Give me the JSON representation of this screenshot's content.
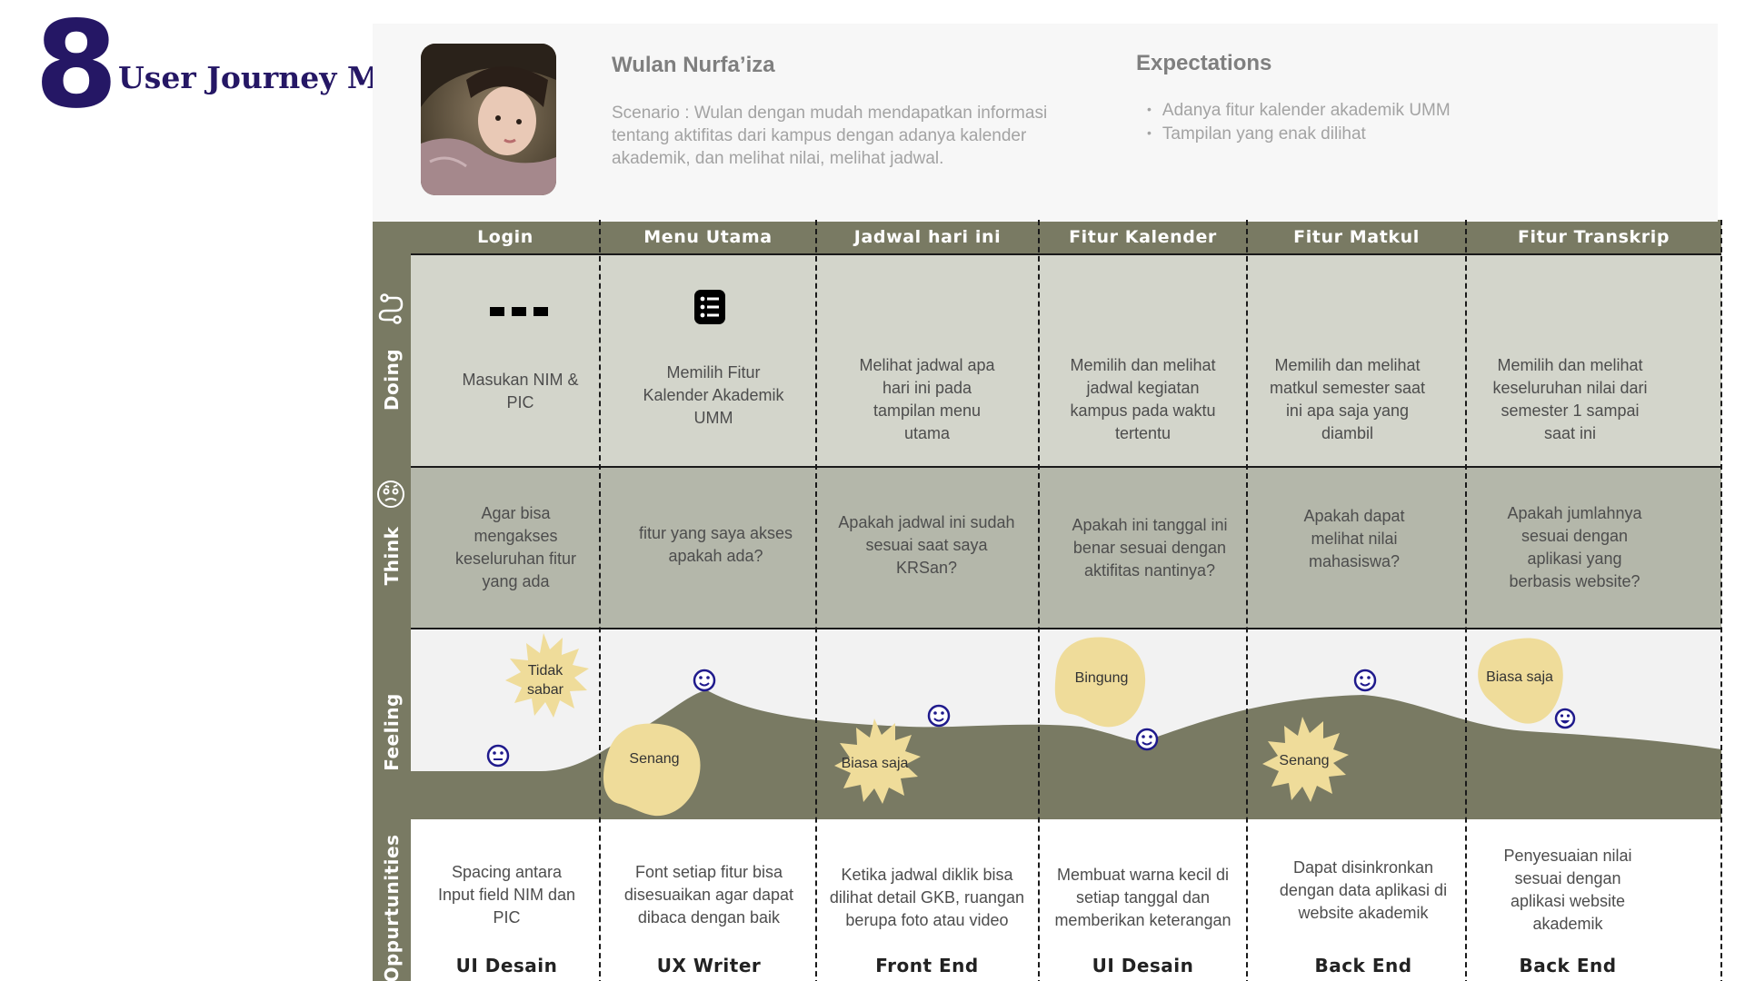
{
  "page": {
    "number": "8",
    "title": "User Journey Map"
  },
  "persona": {
    "name": "Wulan Nurfa’iza",
    "scenario": "Scenario : Wulan dengan mudah mendapatkan informasi tentang aktifitas dari kampus dengan adanya kalender akademik, dan melihat nilai, melihat jadwal.",
    "expectations_title": "Expectations",
    "expectations": [
      "Adanya fitur kalender akademik UMM",
      "Tampilan yang enak dilihat"
    ]
  },
  "rows": {
    "doing": "Doing",
    "think": "Think",
    "feeling": "Feeling",
    "opportunities": "Oppurtunities"
  },
  "stages": [
    {
      "name": "Login",
      "doing": "Masukan NIM & PIC",
      "think": "Agar bisa mengakses keseluruhan fitur yang ada",
      "feeling": "Tidak sabar",
      "opportunity": "Spacing antara Input field NIM dan PIC",
      "role": "UI Desain"
    },
    {
      "name": "Menu Utama",
      "doing": "Memilih Fitur Kalender Akademik UMM",
      "think": "fitur yang saya akses apakah ada?",
      "feeling": "Senang",
      "opportunity": "Font setiap fitur bisa disesuaikan agar dapat dibaca dengan baik",
      "role": "UX Writer"
    },
    {
      "name": "Jadwal hari ini",
      "doing": "Melihat jadwal apa hari ini pada tampilan menu utama",
      "think": "Apakah jadwal ini sudah sesuai saat saya KRSan?",
      "feeling": "Biasa saja",
      "opportunity": "Ketika jadwal diklik bisa dilihat detail GKB, ruangan berupa foto atau video",
      "role": "Front End"
    },
    {
      "name": "Fitur Kalender",
      "doing": "Memilih dan melihat jadwal kegiatan kampus pada waktu tertentu",
      "think": "Apakah ini tanggal ini benar sesuai dengan aktifitas nantinya?",
      "feeling": "Bingung",
      "opportunity": "Membuat warna kecil di setiap tanggal dan memberikan keterangan",
      "role": "UI Desain"
    },
    {
      "name": "Fitur Matkul",
      "doing": "Memilih dan melihat matkul semester saat ini apa saja yang diambil",
      "think": "Apakah dapat melihat nilai mahasiswa?",
      "feeling": "Senang",
      "opportunity": "Dapat disinkronkan dengan data aplikasi di website akademik",
      "role": "Back End"
    },
    {
      "name": "Fitur Transkrip",
      "doing": "Memilih dan melihat keseluruhan nilai dari semester 1 sampai saat ini",
      "think": "Apakah jumlahnya sesuai dengan aplikasi yang berbasis website?",
      "feeling": "Biasa saja",
      "opportunity": "Penyesuaian nilai sesuai dengan aplikasi website akademik",
      "role": "Back End"
    }
  ],
  "colors": {
    "accent": "#251765",
    "band": "#797a63",
    "doing_bg": "#d3d5cb",
    "think_bg": "#b4b7aa",
    "feeling_bg": "#f2f2f2",
    "blob": "#efdc9a",
    "emoji": "#1f1a8c"
  }
}
